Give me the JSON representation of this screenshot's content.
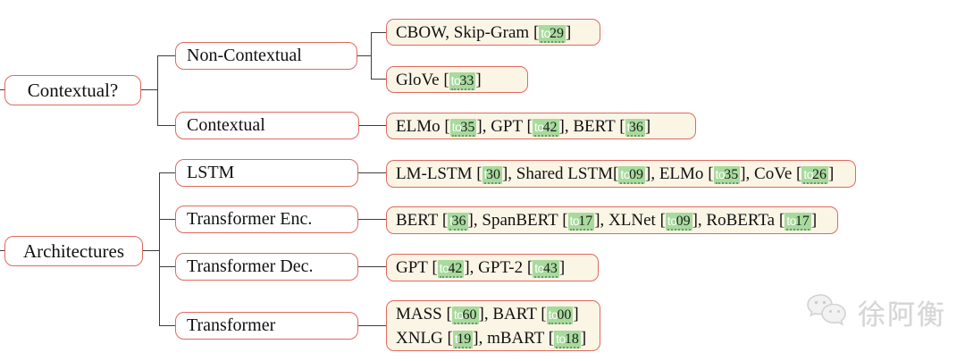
{
  "palette": {
    "border-red": "#e0695f",
    "node-bg": "#ffffff",
    "leaf-bg": "#fbf5e6",
    "line": "#3d3d3d",
    "text": "#111111",
    "cite-bg": "#a8da9d",
    "cite-num": "#1c1c1c",
    "cite-overlay": "#ffffff",
    "cite-dots": "#6a9a6a",
    "watermark": "#d6d6d6"
  },
  "nodes": {
    "root1": "Contextual?",
    "non_contextual": "Non-Contextual",
    "contextual": "Contextual",
    "root2": "Architectures",
    "lstm": "LSTM",
    "trans_enc": "Transformer Enc.",
    "trans_dec": "Transformer Dec.",
    "transformer": "Transformer"
  },
  "leaves": {
    "cbow": [
      [
        {
          "t": "CBOW, Skip-Gram "
        },
        {
          "cite": {
            "ov": "to",
            "d": "29"
          }
        }
      ]
    ],
    "glove": [
      [
        {
          "t": "GloVe "
        },
        {
          "cite": {
            "ov": "to",
            "d": "33"
          }
        }
      ]
    ],
    "contextual_models": [
      [
        {
          "t": "ELMo "
        },
        {
          "cite": {
            "ov": "to",
            "d": "35"
          }
        },
        {
          "t": ", GPT "
        },
        {
          "cite": {
            "ov": "to",
            "d": "42"
          }
        },
        {
          "t": ", BERT "
        },
        {
          "cite": {
            "ov": "t",
            "d": "36"
          }
        }
      ]
    ],
    "lstm_models": [
      [
        {
          "t": "LM-LSTM "
        },
        {
          "cite": {
            "ov": "t",
            "d": "30"
          }
        },
        {
          "t": ", Shared LSTM"
        },
        {
          "cite": {
            "ov": "to",
            "d": "09"
          }
        },
        {
          "t": ", ELMo "
        },
        {
          "cite": {
            "ov": "to",
            "d": "35"
          }
        },
        {
          "t": ", CoVe "
        },
        {
          "cite": {
            "ov": "to",
            "d": "26"
          }
        }
      ]
    ],
    "trans_enc_models": [
      [
        {
          "t": "BERT "
        },
        {
          "cite": {
            "ov": "t",
            "d": "36"
          }
        },
        {
          "t": ", SpanBERT "
        },
        {
          "cite": {
            "ov": "to",
            "d": "17"
          }
        },
        {
          "t": ", XLNet "
        },
        {
          "cite": {
            "ov": "to",
            "d": "09"
          }
        },
        {
          "t": ", RoBERTa "
        },
        {
          "cite": {
            "ov": "to",
            "d": "17"
          }
        }
      ]
    ],
    "trans_dec_models": [
      [
        {
          "t": "GPT "
        },
        {
          "cite": {
            "ov": "to",
            "d": "42"
          }
        },
        {
          "t": ", GPT-2 "
        },
        {
          "cite": {
            "ov": "to",
            "d": "43"
          }
        }
      ]
    ],
    "transformer_models": [
      [
        {
          "t": "MASS "
        },
        {
          "cite": {
            "ov": "to",
            "d": "60"
          }
        },
        {
          "t": ", BART "
        },
        {
          "cite": {
            "ov": "to",
            "d": "00"
          }
        }
      ],
      [
        {
          "t": "XNLG "
        },
        {
          "cite": {
            "ov": "t",
            "d": "19"
          }
        },
        {
          "t": ", mBART "
        },
        {
          "cite": {
            "ov": "to",
            "d": "18"
          }
        }
      ]
    ]
  },
  "watermark": {
    "text": "徐阿衡"
  }
}
